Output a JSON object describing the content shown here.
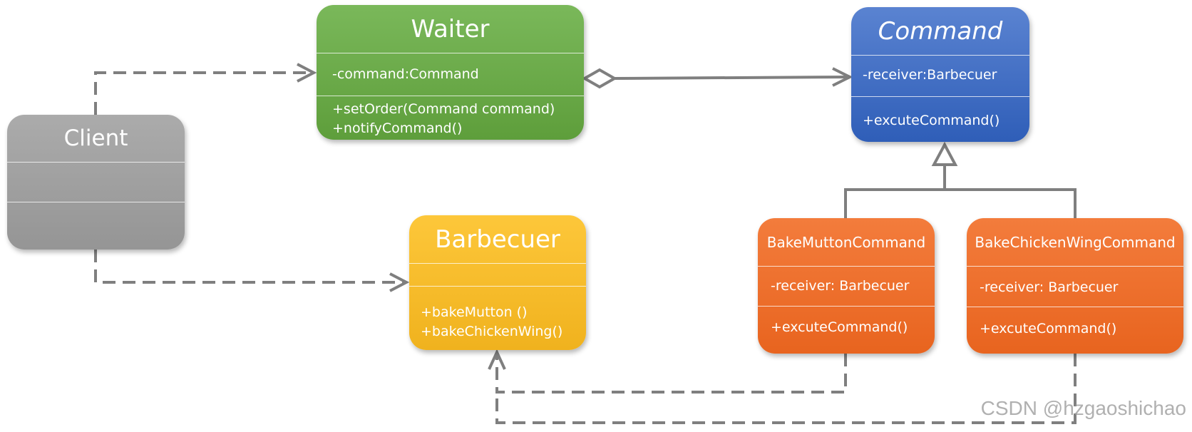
{
  "classes": {
    "client": {
      "name": "Client",
      "attributes": [],
      "operations": []
    },
    "waiter": {
      "name": "Waiter",
      "attributes": [
        "-command:Command"
      ],
      "operations": [
        "+setOrder(Command command)",
        "+notifyCommand()"
      ]
    },
    "command": {
      "name": "Command",
      "abstract": true,
      "attributes": [
        "-receiver:Barbecuer"
      ],
      "operations": [
        "+excuteCommand()"
      ]
    },
    "barbecuer": {
      "name": "Barbecuer",
      "attributes": [],
      "operations": [
        "+bakeMutton ()",
        "+bakeChickenWing()"
      ]
    },
    "bake_mutton_command": {
      "name": "BakeMuttonCommand",
      "attributes": [
        "-receiver: Barbecuer"
      ],
      "operations": [
        "+excuteCommand()"
      ]
    },
    "bake_chicken_wing_command": {
      "name": "BakeChickenWingCommand",
      "attributes": [
        "-receiver: Barbecuer"
      ],
      "operations": [
        "+excuteCommand()"
      ]
    }
  },
  "relationships": [
    {
      "type": "dependency",
      "from": "Client",
      "to": "Waiter"
    },
    {
      "type": "dependency",
      "from": "Client",
      "to": "Barbecuer"
    },
    {
      "type": "aggregation",
      "from": "Waiter",
      "to": "Command"
    },
    {
      "type": "generalization",
      "from": "BakeMuttonCommand",
      "to": "Command"
    },
    {
      "type": "generalization",
      "from": "BakeChickenWingCommand",
      "to": "Command"
    },
    {
      "type": "dependency",
      "from": "BakeMuttonCommand",
      "to": "Barbecuer"
    },
    {
      "type": "dependency",
      "from": "BakeChickenWingCommand",
      "to": "Barbecuer"
    }
  ],
  "colors": {
    "client": "#a0a0a0",
    "waiter": "#6aac47",
    "command": "#4472c4",
    "barbecuer": "#f9bf2c",
    "concrete_commands": "#ee7030",
    "connector": "#7f7f7f"
  },
  "watermark": "CSDN @hzgaoshichao"
}
